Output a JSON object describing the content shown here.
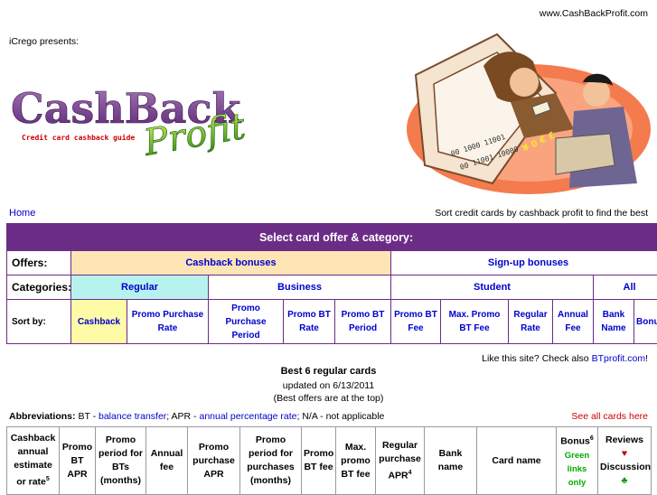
{
  "header": {
    "site_url": "www.CashBackProfit.com",
    "presents": "iCrego presents:",
    "logo": {
      "main": "CashBack",
      "sub": "Credit card cashback guide",
      "script": "Profit"
    }
  },
  "nav": {
    "home": "Home",
    "tagline": "Sort credit cards by cashback profit to find the best"
  },
  "selector": {
    "title": "Select card offer & category:",
    "offers_label": "Offers:",
    "offers": [
      "Cashback bonuses",
      "Sign-up bonuses"
    ],
    "categories_label": "Categories:",
    "categories": [
      "Regular",
      "Business",
      "Student",
      "All"
    ],
    "sort_label": "Sort by:",
    "sort_options": [
      "Cashback",
      "Promo Purchase Rate",
      "Promo Purchase Period",
      "Promo BT Rate",
      "Promo BT Period",
      "Promo BT Fee",
      "Max. Promo BT Fee",
      "Regular Rate",
      "Annual Fee",
      "Bank Name",
      "Bonus"
    ],
    "selected": {
      "offer": "Cashback bonuses",
      "category": "Regular",
      "sort": "Cashback"
    }
  },
  "also": {
    "prefix": "Like this site? Check also ",
    "link": "BTprofit.com",
    "suffix": "!"
  },
  "results": {
    "title": "Best 6 regular cards",
    "updated": "updated on 6/13/2011",
    "note": "(Best offers are at the top)"
  },
  "abbreviations": {
    "label": "Abbreviations:",
    "bt": "BT - ",
    "bt_link": "balance transfer",
    "apr": "; APR - ",
    "apr_link": "annual percentage rate",
    "na": "; N/A - not applicable",
    "see_all": "See all cards here"
  },
  "table": {
    "headers": {
      "cashback": "Cashback annual estimate or rate",
      "cashback_sup": "5",
      "promo_bt_apr": "Promo BT APR",
      "promo_period_bts": "Promo period for BTs (months)",
      "annual_fee": "Annual fee",
      "promo_purchase_apr": "Promo purchase APR",
      "promo_period_purchases": "Promo period for purchases (months)",
      "promo_bt_fee": "Promo BT fee",
      "max_promo_bt_fee": "Max. promo BT fee",
      "regular_purchase_apr": "Regular purchase APR",
      "regular_sup": "4",
      "bank_name": "Bank name",
      "card_name": "Card name",
      "bonus": "Bonus",
      "bonus_sup": "6",
      "bonus_note": "Green links only",
      "reviews": "Reviews",
      "discussion": "Discussion"
    }
  },
  "colors": {
    "purple": "#6b2c86",
    "offer_bg": "#fde5b6",
    "category_bg": "#b8f2ef",
    "sort_bg": "#fdfba5"
  }
}
